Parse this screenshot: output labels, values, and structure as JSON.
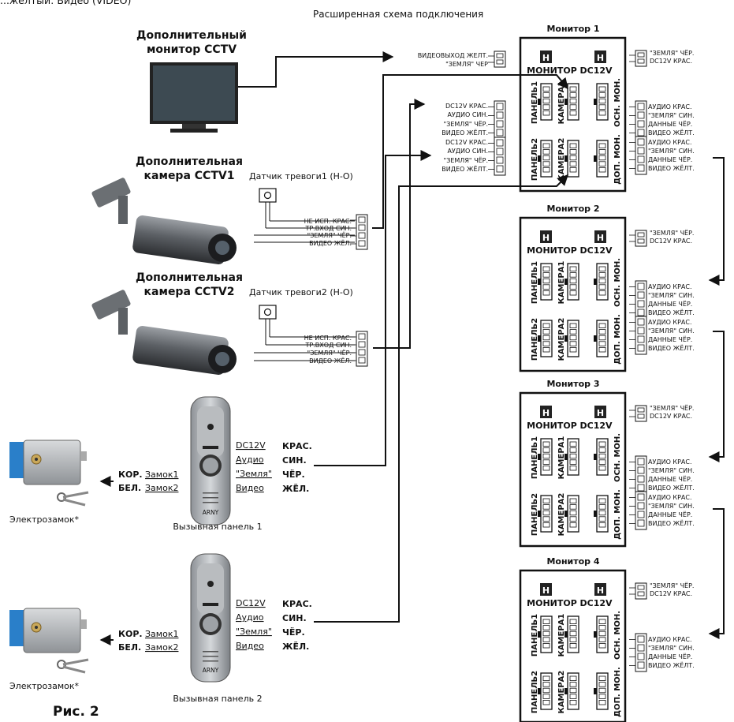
{
  "top_text": "...жёлтый: Видео (VIDEO)",
  "header": "Расширенная схема подключения",
  "figure_label": "Рис. 2",
  "extra_monitor": {
    "line1": "Дополнительный",
    "line2": "монитор CCTV",
    "wires": [
      "ВИДЕОВЫХОД ЖЕЛТ.",
      "\"ЗЕМЛЯ\" ЧЕР"
    ]
  },
  "camera1": {
    "line1": "Дополнительная",
    "line2": "камера CCTV1"
  },
  "camera2": {
    "line1": "Дополнительная",
    "line2": "камера CCTV2"
  },
  "sensor1": {
    "label": "Датчик тревоги1 (Н-О)",
    "wires": [
      "НЕ ИСП. КРАС.",
      "ТР.ВХОД СИН.",
      "\"ЗЕМЛЯ\" ЧЁР.",
      "ВИДЕО  ЖЁЛ."
    ]
  },
  "sensor2": {
    "label": "Датчик тревоги2 (Н-О)",
    "wires": [
      "НЕ ИСП. КРАС.",
      "ТР.ВХОД СИН.",
      "\"ЗЕМЛЯ\" ЧЁР.",
      "ВИДЕО  ЖЁЛ."
    ]
  },
  "camera_wires": [
    "DC12V КРАС.",
    "АУДИО СИН.",
    "\"ЗЕМЛЯ\" ЧЁР.",
    "ВИДЕО ЖЁЛТ."
  ],
  "panel1": {
    "caption": "Вызывная панель 1",
    "signals": [
      "DC12V",
      "Аудио",
      "\"Земля\"",
      "Видео"
    ],
    "colors": [
      "КРАС.",
      "СИН.",
      "ЧЁР.",
      "ЖЁЛ."
    ],
    "lock_wires": [
      {
        "color": "КОР.",
        "name": "Замок1"
      },
      {
        "color": "БЕЛ.",
        "name": "Замок2"
      }
    ],
    "lock_caption": "Электрозамок*",
    "brand": "ARNY"
  },
  "panel2": {
    "caption": "Вызывная панель 2",
    "signals": [
      "DC12V",
      "Аудио",
      "\"Земля\"",
      "Видео"
    ],
    "colors": [
      "КРАС.",
      "СИН.",
      "ЧЁР.",
      "ЖЁЛ."
    ],
    "lock_wires": [
      {
        "color": "КОР.",
        "name": "Замок1"
      },
      {
        "color": "БЕЛ.",
        "name": "Замок2"
      }
    ],
    "lock_caption": "Электрозамок*",
    "brand": "ARNY"
  },
  "monitor_box": {
    "monitor": "МОНИТОР",
    "dc12v": "DC12V",
    "panel1": "ПАНЕЛЬ1",
    "camera1": "КАМЕРА1",
    "osn": "ОСН. МОН.",
    "panel2": "ПАНЕЛЬ2",
    "camera2": "КАМЕРА2",
    "dop": "ДОП. МОН."
  },
  "power_wires": [
    "\"ЗЕМЛЯ\" ЧЁР.",
    "DC12V КРАС."
  ],
  "bus_wires": [
    "АУДИО КРАС.",
    "\"ЗЕМЛЯ\" СИН.",
    "ДАННЫЕ ЧЁР.",
    "ВИДЕО ЖЁЛТ."
  ],
  "monitors": [
    {
      "title": "Монитор 1"
    },
    {
      "title": "Монитор 2"
    },
    {
      "title": "Монитор 3"
    },
    {
      "title": "Монитор 4"
    }
  ]
}
